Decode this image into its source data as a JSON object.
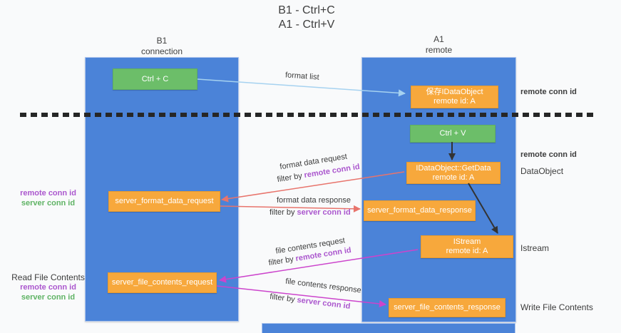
{
  "title": {
    "line1": "B1 - Ctrl+C",
    "line2": "A1 - Ctrl+V"
  },
  "lifelines": {
    "b1": {
      "name": "B1",
      "role": "connection"
    },
    "a1": {
      "name": "A1",
      "role": "remote"
    }
  },
  "boxes": {
    "ctrl_c": {
      "label": "Ctrl + C"
    },
    "ctrl_v": {
      "label": "Ctrl + V"
    },
    "save_idataobject": {
      "line1": "保存IDataObject",
      "line2": "remote id: A"
    },
    "idataobject_getdata": {
      "line1": "IDataObject::GetData",
      "line2": "remote id: A"
    },
    "istream": {
      "line1": "IStream",
      "line2": "remote id: A"
    },
    "server_format_data_request": {
      "label": "server_format_data_request"
    },
    "server_format_data_response": {
      "label": "server_format_data_response"
    },
    "server_file_contents_request": {
      "label": "server_file_contents_request"
    },
    "server_file_contents_response": {
      "label": "server_file_contents_response"
    }
  },
  "arrow_labels": {
    "format_list": "format list",
    "format_data_request": "format data request",
    "format_data_response": "format data response",
    "file_contents_request": "file contents request",
    "file_contents_response": "file contents response",
    "filter_by": "filter by",
    "remote_conn_id": "remote conn id",
    "server_conn_id": "server conn id"
  },
  "side_labels": {
    "right": {
      "remote_conn_id_top": "remote conn id",
      "remote_conn_id_mid": "remote conn id",
      "dataobject": "DataObject",
      "istream": "Istream",
      "write_file_contents": "Write File Contents"
    },
    "left": {
      "remote_conn_id_mid": "remote conn id",
      "server_conn_id_mid": "server conn id",
      "read_file_contents": "Read File Contents",
      "remote_conn_id_bottom": "remote conn id",
      "server_conn_id_bottom": "server conn id"
    }
  },
  "colors": {
    "lifeline_blue": "#4B83D8",
    "box_orange": "#F7A83C",
    "box_green": "#6CBE69",
    "arrow_blue": "#A6D2F0",
    "arrow_red": "#E8746C",
    "arrow_magenta": "#CC44CC",
    "arrow_black": "#333333",
    "label_purple": "#AB57CE",
    "label_green": "#5FB364"
  }
}
